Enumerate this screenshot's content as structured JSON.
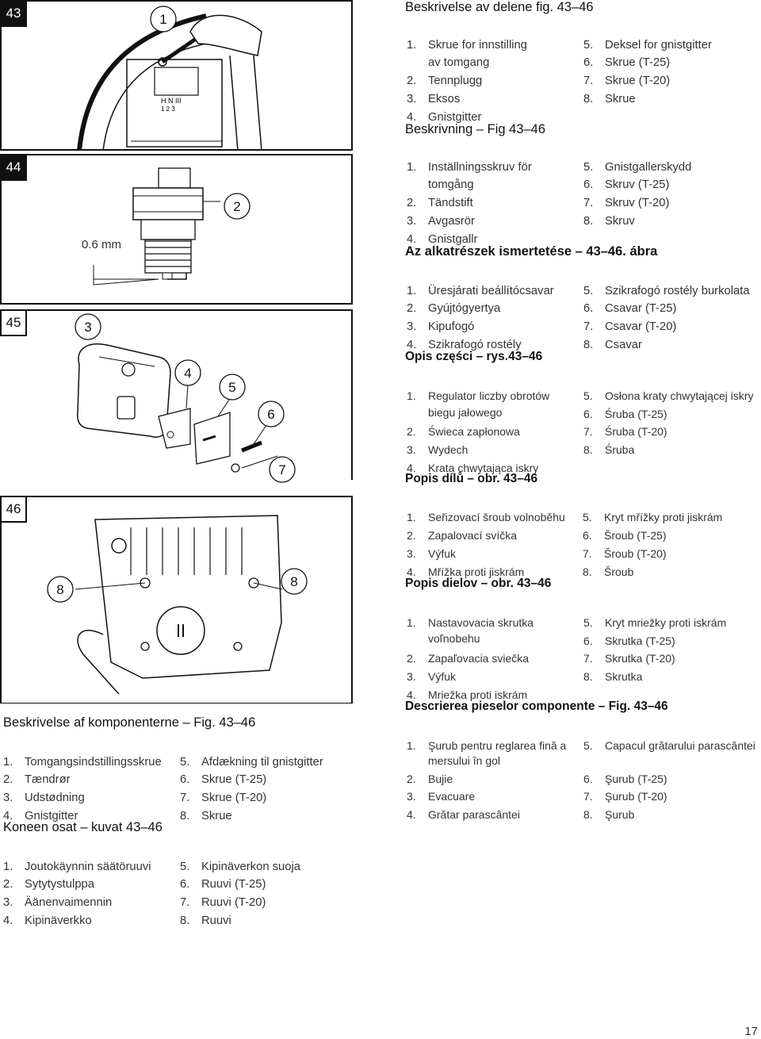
{
  "figures": {
    "f43": {
      "tag": "43",
      "callouts": [
        "1"
      ]
    },
    "f44": {
      "tag": "44",
      "callouts": [
        "2"
      ],
      "gap": "0.6 mm"
    },
    "f45": {
      "tag": "45",
      "callouts": [
        "3",
        "4",
        "5",
        "6",
        "7"
      ]
    },
    "f46": {
      "tag": "46",
      "callouts": [
        "8",
        "8"
      ]
    }
  },
  "sections": {
    "no": {
      "title": "Beskrivelse av delene fig. 43–46",
      "items": [
        [
          "1.",
          "Skrue for innstilling"
        ],
        [
          "",
          "av tomgang"
        ],
        [
          "2.",
          "Tennplugg"
        ],
        [
          "3.",
          "Eksos"
        ],
        [
          "4.",
          "Gnistgitter"
        ],
        [
          "5.",
          "Deksel for gnistgitter"
        ],
        [
          "6.",
          "Skrue (T-25)"
        ],
        [
          "7.",
          "Skrue (T-20)"
        ],
        [
          "8.",
          "Skrue"
        ]
      ]
    },
    "sv": {
      "title": "Beskrivning – Fig 43–46",
      "items": [
        [
          "1.",
          "Inställningsskruv för"
        ],
        [
          "",
          "tomgång"
        ],
        [
          "2.",
          "Tändstift"
        ],
        [
          "3.",
          "Avgasrör"
        ],
        [
          "4.",
          "Gnistgallr"
        ],
        [
          "5.",
          "Gnistgallerskydd"
        ],
        [
          "6.",
          "Skruv (T-25)"
        ],
        [
          "7.",
          "Skruv (T-20)"
        ],
        [
          "8.",
          "Skruv"
        ]
      ]
    },
    "hu": {
      "title": "Az alkatrészek ismertetése – 43–46. ábra",
      "items": [
        [
          "1.",
          "Üresjárati beállítócsavar"
        ],
        [
          "2.",
          "Gyújtógyertya"
        ],
        [
          "3.",
          "Kipufogó"
        ],
        [
          "4.",
          "Szikrafogó rostély"
        ],
        [
          "5.",
          "Szikrafogó rostély burkolata"
        ],
        [
          "6.",
          "Csavar (T-25)"
        ],
        [
          "7.",
          "Csavar (T-20)"
        ],
        [
          "8.",
          "Csavar"
        ]
      ]
    },
    "pl": {
      "title": "Opis części – rys.43–46",
      "items": [
        [
          "1.",
          "Regulator liczby obrotów"
        ],
        [
          "",
          "biegu jałowego"
        ],
        [
          "2.",
          "Świeca zapłonowa"
        ],
        [
          "3.",
          "Wydech"
        ],
        [
          "4.",
          "Krata chwytająca iskry"
        ],
        [
          "5.",
          "Osłona kraty chwytającej iskry"
        ],
        [
          "6.",
          "Śruba (T-25)"
        ],
        [
          "7.",
          "Śruba (T-20)"
        ],
        [
          "8.",
          "Śruba"
        ]
      ]
    },
    "cs": {
      "title": "Popis dílů – obr. 43–46",
      "items": [
        [
          "1.",
          "Seřizovací šroub volnoběhu"
        ],
        [
          "2.",
          "Zapalovací svíčka"
        ],
        [
          "3.",
          "Výfuk"
        ],
        [
          "4.",
          "Mřížka proti jiskrám"
        ],
        [
          "5.",
          "Kryt mřížky proti jiskrám"
        ],
        [
          "6.",
          "Šroub (T-25)"
        ],
        [
          "7.",
          "Šroub (T-20)"
        ],
        [
          "8.",
          "Šroub"
        ]
      ]
    },
    "sk": {
      "title": "Popis dielov – obr. 43–46",
      "items": [
        [
          "1.",
          "Nastavovacia skrutka"
        ],
        [
          "",
          "voľnobehu"
        ],
        [
          "2.",
          "Zapaľovacia sviečka"
        ],
        [
          "3.",
          "Výfuk"
        ],
        [
          "4.",
          "Mriežka proti iskrám"
        ],
        [
          "5.",
          "Kryt mriežky proti iskrám"
        ],
        [
          "6.",
          "Skrutka (T-25)"
        ],
        [
          "7.",
          "Skrutka (T-20)"
        ],
        [
          "8.",
          "Skrutka"
        ]
      ]
    },
    "ro": {
      "title": "Descrierea pieselor componente – Fig. 43–46",
      "items": [
        [
          "1.",
          "Şurub pentru reglarea fină a"
        ],
        [
          "",
          "mersului în gol"
        ],
        [
          "2.",
          "Bujie"
        ],
        [
          "3.",
          "Evacuare"
        ],
        [
          "4.",
          "Grătar parascântei"
        ],
        [
          "5.",
          "Capacul grătarului parascântei"
        ],
        [
          "6.",
          "Şurub (T-25)"
        ],
        [
          "7.",
          "Şurub (T-20)"
        ],
        [
          "8.",
          "Şurub"
        ]
      ]
    },
    "da": {
      "title": "Beskrivelse af komponenterne – Fig. 43–46",
      "items": [
        [
          "1.",
          "Tomgangsindstillingsskrue"
        ],
        [
          "2.",
          "Tændrør"
        ],
        [
          "3.",
          "Udstødning"
        ],
        [
          "4.",
          "Gnistgitter"
        ],
        [
          "5.",
          "Afdækning til gnistgitter"
        ],
        [
          "6.",
          "Skrue (T-25)"
        ],
        [
          "7.",
          "Skrue (T-20)"
        ],
        [
          "8.",
          "Skrue"
        ]
      ]
    },
    "fi": {
      "title": "Koneen osat – kuvat 43–46",
      "items": [
        [
          "1.",
          "Joutokäynnin säätöruuvi"
        ],
        [
          "2.",
          "Sytytystulppa"
        ],
        [
          "3.",
          "Äänenvaimennin"
        ],
        [
          "4.",
          "Kipinäverkko"
        ],
        [
          "5.",
          "Kipinäverkon suoja"
        ],
        [
          "6.",
          "Ruuvi (T-25)"
        ],
        [
          "7.",
          "Ruuvi (T-20)"
        ],
        [
          "8.",
          "Ruuvi"
        ]
      ]
    }
  },
  "page_number": "17"
}
